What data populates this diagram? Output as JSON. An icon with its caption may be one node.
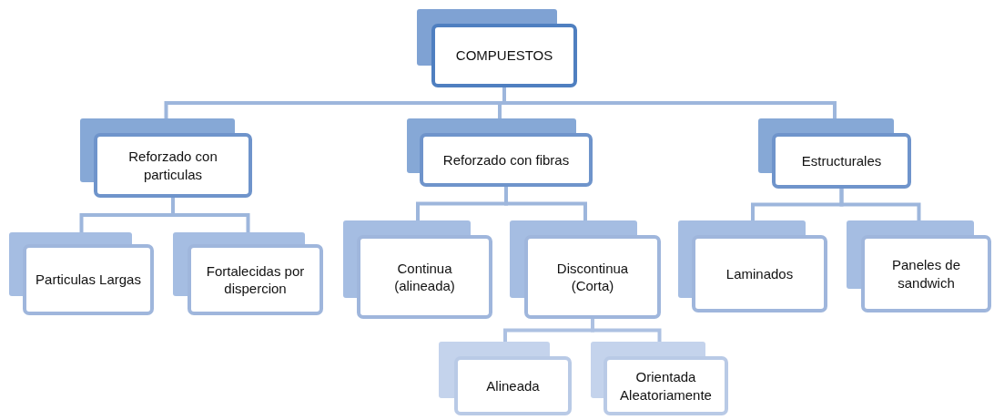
{
  "diagram": {
    "nodes": [
      {
        "text": [
          "COMPUESTOS"
        ]
      },
      {
        "text": [
          "Reforzado con particulas"
        ]
      },
      {
        "text": [
          "Reforzado con fibras"
        ]
      },
      {
        "text": [
          "Estructurales"
        ]
      },
      {
        "text": [
          "Particulas Largas"
        ]
      },
      {
        "text": [
          "Fortalecidas por dispercion"
        ]
      },
      {
        "text": [
          "Continua (alineada)"
        ]
      },
      {
        "text": [
          "Discontinua (Corta)"
        ]
      },
      {
        "text": [
          "Laminados"
        ]
      },
      {
        "text": [
          "Paneles de sandwich"
        ]
      },
      {
        "text": [
          "Alineada"
        ]
      },
      {
        "text": [
          "Orientada Aleatoriamente"
        ]
      }
    ],
    "edges": [
      {
        "from": 0,
        "to": 1,
        "arrow": "none"
      },
      {
        "from": 0,
        "to": 2,
        "arrow": "none"
      },
      {
        "from": 0,
        "to": 3,
        "arrow": "none"
      },
      {
        "from": 1,
        "to": 4,
        "arrow": "none"
      },
      {
        "from": 1,
        "to": 5,
        "arrow": "none"
      },
      {
        "from": 2,
        "to": 6,
        "arrow": "none"
      },
      {
        "from": 2,
        "to": 7,
        "arrow": "none"
      },
      {
        "from": 3,
        "to": 8,
        "arrow": "none"
      },
      {
        "from": 3,
        "to": 9,
        "arrow": "none"
      },
      {
        "from": 7,
        "to": 10,
        "arrow": "none"
      },
      {
        "from": 7,
        "to": 11,
        "arrow": "none"
      }
    ]
  }
}
